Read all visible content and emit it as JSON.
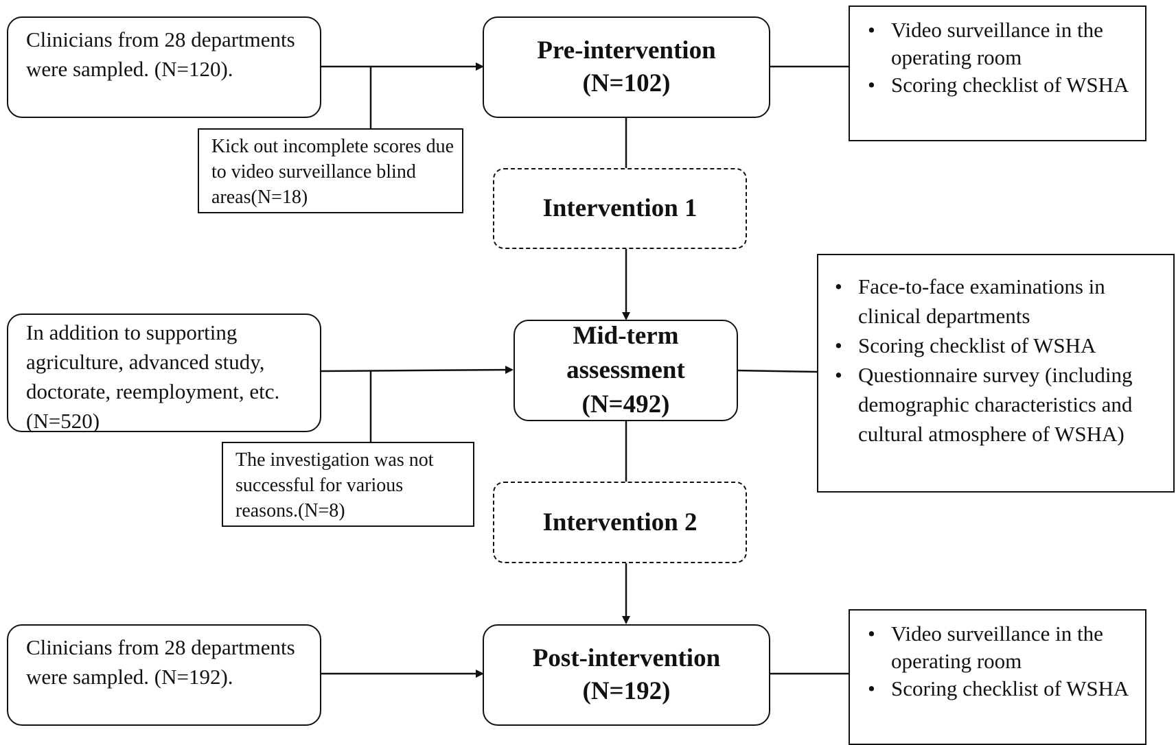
{
  "left_boxes": {
    "pre_source": "Clinicians from 28 departments were  sampled. (N=120).",
    "pre_exclusion": "Kick out incomplete scores due to video surveillance blind areas(N=18)",
    "mid_source": "In addition to supporting agriculture, advanced study, doctorate, reemployment, etc.(N=520)",
    "mid_exclusion": "The investigation was not successful for various reasons.(N=8)",
    "post_source": "Clinicians from 28 departments were  sampled. (N=192)."
  },
  "stages": {
    "pre_line1": "Pre-intervention",
    "pre_line2": "(N=102)",
    "intervention1": "Intervention 1",
    "mid_line1": "Mid-term",
    "mid_line2": "assessment",
    "mid_line3": "(N=492)",
    "intervention2": "Intervention 2",
    "post_line1": "Post-intervention",
    "post_line2": "(N=192)"
  },
  "methods": {
    "pre": [
      "Video surveillance in the operating room",
      "Scoring checklist of WSHA"
    ],
    "mid": [
      "Face-to-face examinations  in clinical departments",
      "Scoring checklist of WSHA",
      "Questionnaire survey (including demographic characteristics and cultural atmosphere of WSHA)"
    ],
    "post": [
      "Video surveillance in the operating room",
      "Scoring checklist of WSHA"
    ]
  }
}
